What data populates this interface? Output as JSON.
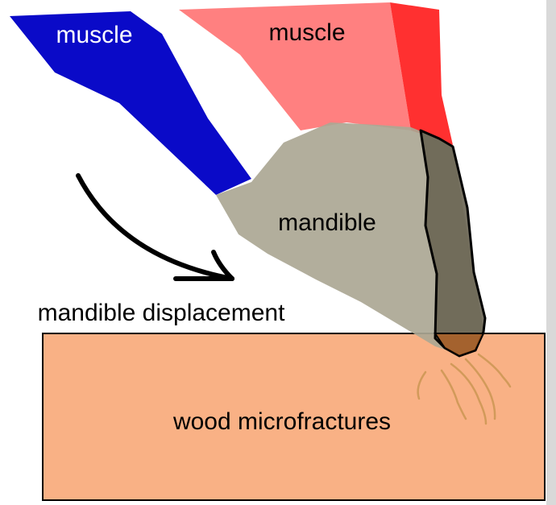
{
  "labels": {
    "muscle_left": "muscle",
    "muscle_right": "muscle",
    "mandible": "mandible",
    "displacement": "mandible displacement",
    "wood": "wood microfractures"
  },
  "colors": {
    "muscle_left": "#0a0ac8",
    "muscle_right_light": "#ff8080",
    "muscle_right_dark": "#ff3030",
    "mandible": "#aba794",
    "mandible_edge": "#6b6655",
    "mandible_tip": "#b55f20",
    "wood": "#f9b185",
    "fracture_lines": "#d29a5a",
    "scrollbar": "#d9d9d9"
  }
}
